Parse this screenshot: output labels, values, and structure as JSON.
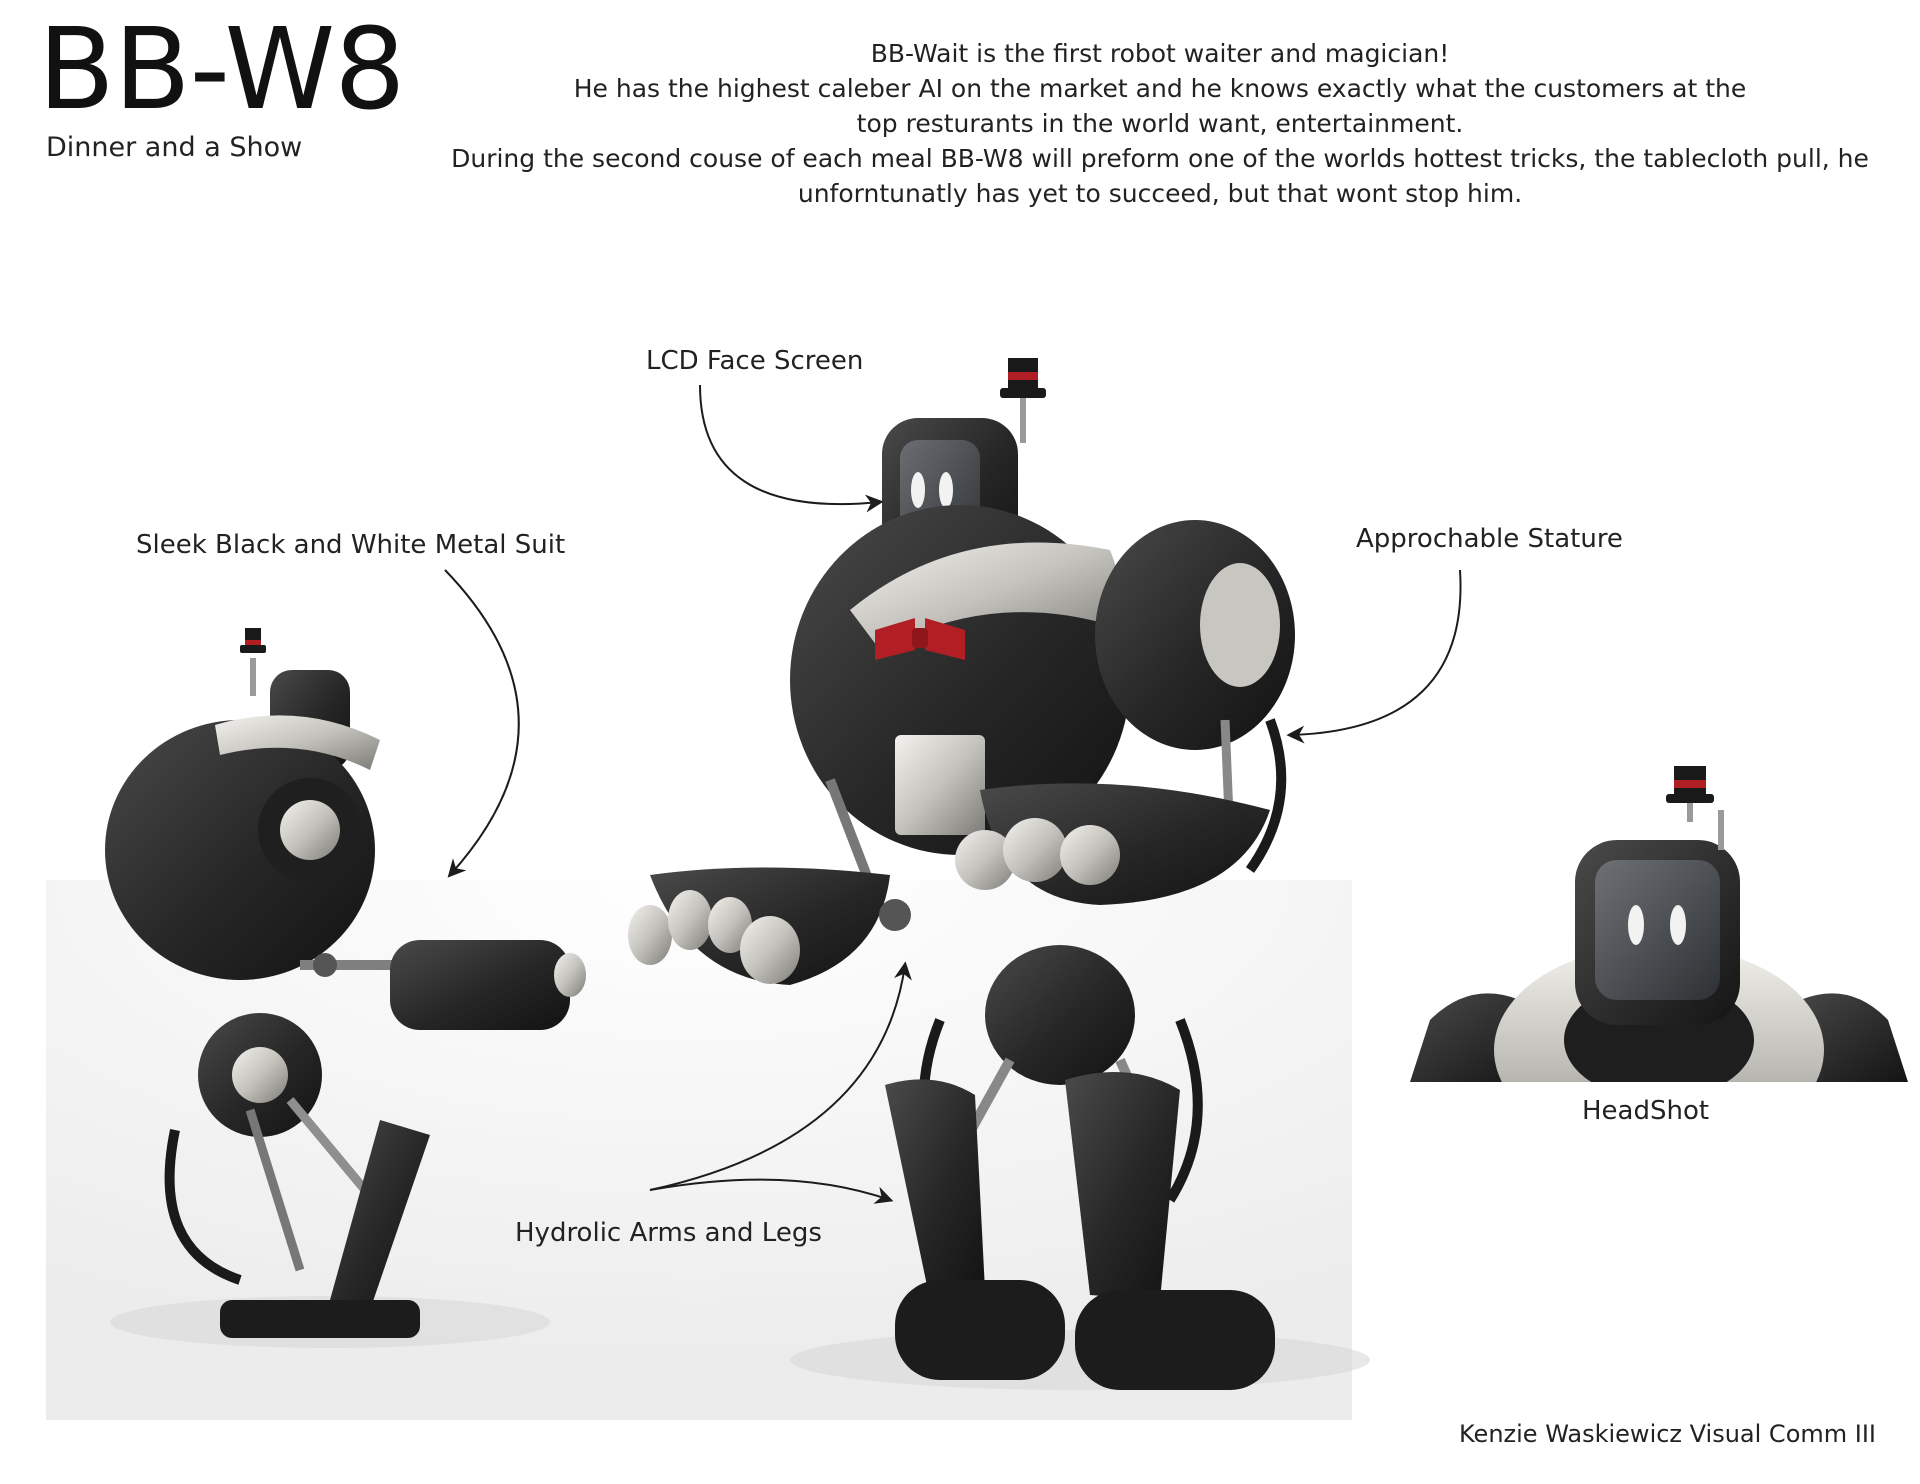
{
  "header": {
    "title": "BB-W8",
    "subtitle": "Dinner and a Show"
  },
  "description": {
    "lines": [
      "BB-Wait is the first robot waiter and magician!",
      "He has the highest caleber AI on the market and he knows exactly what the customers at the",
      "top resturants in the world want, entertainment.",
      "During the second couse of each meal BB-W8 will preform one of the worlds hottest tricks, the tablecloth pull, he",
      "unforntunatly has yet to succeed, but that wont stop him."
    ]
  },
  "callouts": {
    "lcd": "LCD Face Screen",
    "suit": "Sleek Black and White Metal Suit",
    "stature": "Approchable Stature",
    "hydrolic": "Hydrolic Arms and Legs",
    "headshot": "HeadShot"
  },
  "credit": "Kenzie Waskiewicz Visual Comm III",
  "colors": {
    "body": "#2b2b2b",
    "silver": "#c9c7c2",
    "bowtie": "#b11f24",
    "screen": "#4a4e52"
  }
}
